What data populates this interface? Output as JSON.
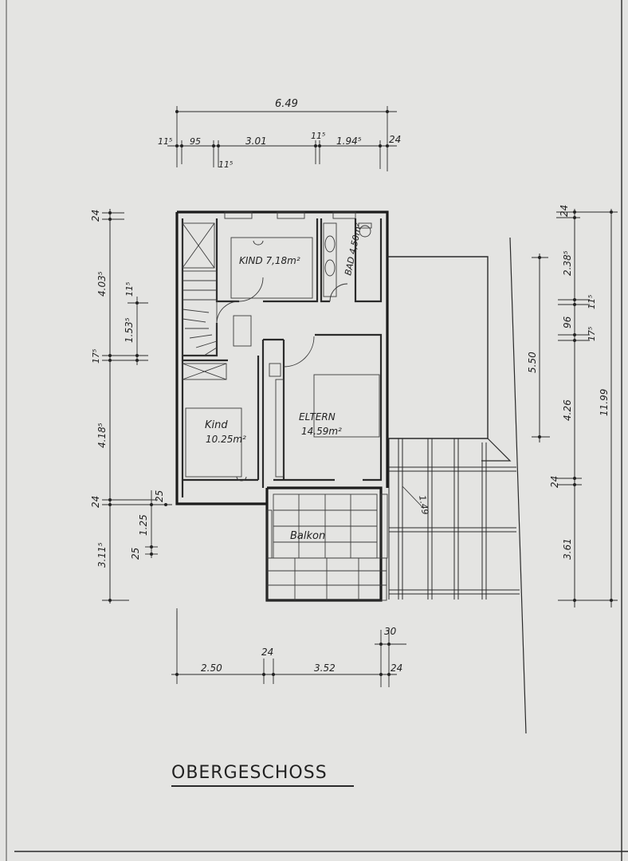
{
  "title": "OBERGESCHOSS",
  "rooms": {
    "kind_small": "KIND 7,18m²",
    "bad": "BAD 4,50m²",
    "kind_large_name": "Kind",
    "kind_large_area": "10.25m²",
    "eltern_name": "ELTERN",
    "eltern_area": "14.59m²",
    "balkon": "Balkon"
  },
  "dims_top": {
    "total": "6.49",
    "d1": "11⁵",
    "d2": "95",
    "d3": "11⁵",
    "d4": "3.01",
    "d5": "11⁵",
    "d6": "1.94⁵",
    "d7": "24"
  },
  "dims_left": {
    "a1": "24",
    "a2": "4.03⁵",
    "a3": "11⁵",
    "a4": "1.53⁵",
    "a5": "17⁵",
    "a6": "4.18⁵",
    "a7": "24",
    "a8": "25",
    "a9": "1.25",
    "a10": "25",
    "a11": "3.11⁵"
  },
  "dims_right": {
    "r1": "24",
    "r2": "2.38⁵",
    "r3": "11⁵",
    "r4": "96",
    "r5": "17⁵",
    "r6": "4.26",
    "r7": "24",
    "r8": "3.61",
    "r9": "11.99",
    "r10": "5.50"
  },
  "dims_bottom": {
    "b1": "2.50",
    "b2": "24",
    "b3": "3.52",
    "b4": "30",
    "b5": "24"
  },
  "dims_misc": {
    "m1": "1.49"
  }
}
